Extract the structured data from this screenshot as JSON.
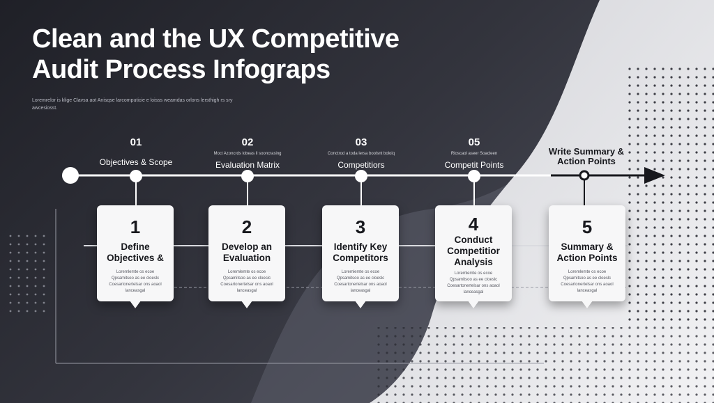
{
  "title_lines": [
    "Clean and the UX Competitive",
    "Audit Process Infograps"
  ],
  "subtitle_lines": [
    "Loremrelor is klige Clavsa aot Anisqse larcomputicie e loisss weamdas orlons lersthigh rs sry",
    "awcesiosst."
  ],
  "timeline": [
    {
      "number": "01",
      "note": "",
      "caption": "Objectives & Scope"
    },
    {
      "number": "02",
      "note": "Moct Azoncrds lobeas li sooncrasing",
      "caption": "Evaluation Matrix"
    },
    {
      "number": "03",
      "note": "Conctrod a toda lersa boolsnt boloiq",
      "caption": "Competitiors"
    },
    {
      "number": "05",
      "note": "Rioscaol aseer Soacleen",
      "caption": "Competit Points"
    },
    {
      "number": "",
      "note": "",
      "caption_lines": [
        "Write Summary &",
        "Action Points"
      ]
    }
  ],
  "cards": [
    {
      "number": "1",
      "title_lines": [
        "Define",
        "Objectives &"
      ],
      "text_lines": [
        "Loremlemte os ecoe",
        "Qpsamitsoo as ee cloeslc",
        "Coesartonertelsar ons aoaol",
        "lanceasgal"
      ]
    },
    {
      "number": "2",
      "title_lines": [
        "Develop an",
        "Evaluation"
      ],
      "text_lines": [
        "Loremlemte os ecoe",
        "Qpsamitsoo as ee cloeslc",
        "Coesartonertelsar ons aoaol",
        "lanceasgal"
      ]
    },
    {
      "number": "3",
      "title_lines": [
        "Identify Key",
        "Competitors"
      ],
      "text_lines": [
        "Loremlemte os ecoe",
        "Qpsamitsoo as ee cloeslc",
        "Coesartonertelsar ons aoaol",
        "lanceasgal"
      ]
    },
    {
      "number": "4",
      "title_lines": [
        "Conduct",
        "Competitior",
        "Analysis"
      ],
      "text_lines": [
        "Loremlemte os ecoe",
        "Qpsamitsoo as ee cloeslc",
        "Coesartonertelsar ons aoaol",
        "lanceasgal"
      ]
    },
    {
      "number": "5",
      "title_lines": [
        "Summary &",
        "Action Points"
      ],
      "text_lines": [
        "Loremlemte os ecoe",
        "Qpsamitsoo as ee cloeslc",
        "Coesartonertelsar ons aoaol",
        "lanceasgal"
      ]
    }
  ],
  "colors": {
    "background_dark": "#2a2b33",
    "background_light": "#e6e7ea",
    "card": "#f7f7f8",
    "text_dark": "#17181d",
    "accent_white": "#ffffff"
  }
}
